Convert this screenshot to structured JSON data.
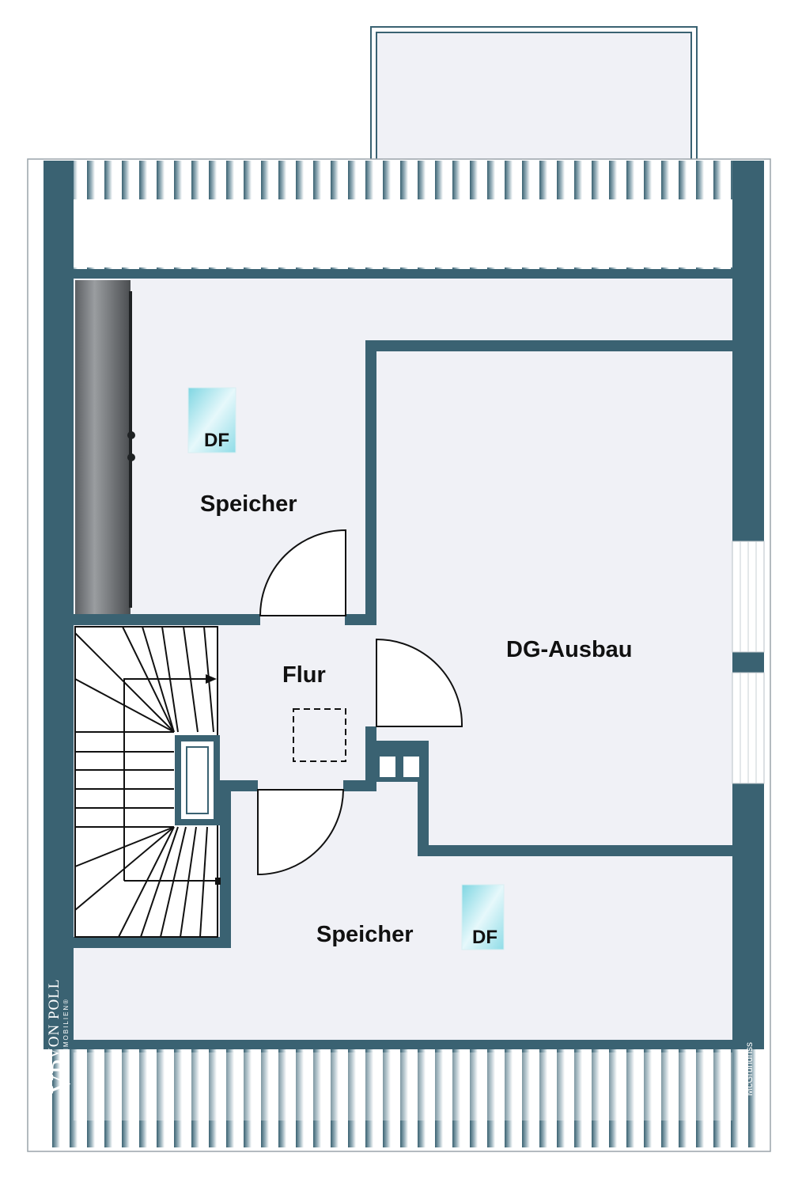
{
  "rooms": {
    "speicher_top": "Speicher",
    "dg_ausbau": "DG-Ausbau",
    "flur": "Flur",
    "speicher_bottom": "Speicher"
  },
  "skylights": {
    "top_label": "DF",
    "bottom_label": "DF"
  },
  "branding": {
    "monogram": "VP",
    "name": "VON POLL",
    "subtitle": "IMMOBILIEN®",
    "credit": "McGrundriss"
  },
  "colors": {
    "wall": "#3a6272",
    "floor": "#f0f1f6",
    "roof_stripe": "#3a6272",
    "skylight": "#a9e6ee",
    "stair_line": "#111111"
  }
}
